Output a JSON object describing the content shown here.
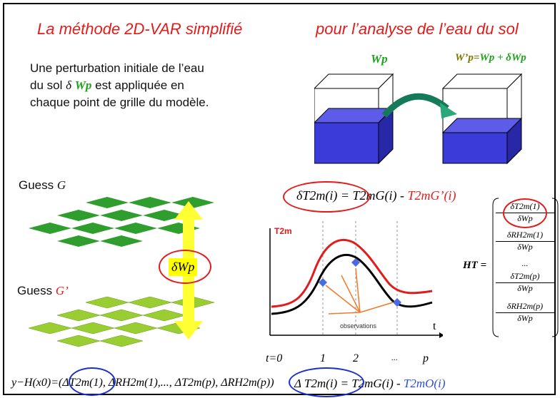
{
  "title": {
    "part1": "La méthode 2D-VAR simplifié",
    "part2": "pour l’analyse de l’eau du sol"
  },
  "intro": {
    "line1": "Une perturbation initiale de l’eau",
    "line2_pre": "du sol",
    "line2_delta": "δ",
    "line2_wp": "Wp",
    "line2_post": "est appliquée en",
    "line3": "chaque point de grille du modèle."
  },
  "diagram": {
    "left_label": "Wp",
    "right_label_lhs": "W’p=",
    "right_label_rhs": "Wp + δWp"
  },
  "guess": {
    "label1": "Guess",
    "sym1": "G",
    "label2": "Guess",
    "sym2": "G’",
    "dwp": "δWp"
  },
  "equation_top": {
    "lhs": "δT2m(i)",
    "eq": "=",
    "t1": "T2mG(i)",
    "minus": "-",
    "t2": "T2mG’(i)"
  },
  "chart": {
    "ylabel": "T2m",
    "xlabel": "t",
    "obs_label": "observations",
    "ticks": [
      "t=0",
      "1",
      "2",
      "...",
      "p"
    ]
  },
  "equation_bottom": {
    "lhs": "Δ T2m(i)",
    "eq": "=",
    "t1": "T2mG(i)",
    "minus": "-",
    "t2": "T2mO(i)"
  },
  "equation_left": "y−H(x0)=(ΔT2m(1), ΔRH2m(1),..., ΔT2m(p), ΔRH2m(p))",
  "hmatrix": {
    "lhs": "HT =",
    "rows": [
      {
        "num": "δT2m(1)",
        "den": "δWp"
      },
      {
        "num": "δRH2m(1)",
        "den": "δWp"
      },
      {
        "num": "...",
        "den": ""
      },
      {
        "num": "δT2m(p)",
        "den": "δWp"
      },
      {
        "num": "δRH2m(p)",
        "den": "δWp"
      }
    ]
  },
  "colors": {
    "title": "#e21b1b",
    "green": "#1fa31f",
    "water": "#3a3ad0",
    "ellipse_red": "#e21b1b",
    "ellipse_blue": "#1a2fd0"
  }
}
